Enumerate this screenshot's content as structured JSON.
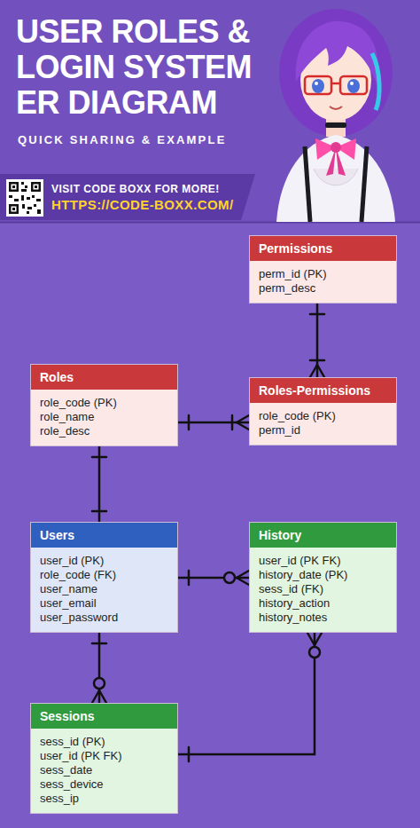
{
  "diagram": {
    "title": "USER ROLES & LOGIN SYSTEM ER DIAGRAM",
    "nodes": [
      {
        "text": [
          "Permissions",
          "perm_id (PK)",
          "perm_desc"
        ]
      },
      {
        "text": [
          "Roles",
          "role_code (PK)",
          "role_name",
          "role_desc"
        ]
      },
      {
        "text": [
          "Roles-Permissions",
          "role_code (PK)",
          "perm_id"
        ]
      },
      {
        "text": [
          "Users",
          "user_id (PK)",
          "role_code (FK)",
          "user_name",
          "user_email",
          "user_password"
        ]
      },
      {
        "text": [
          "History",
          "user_id (PK FK)",
          "history_date (PK)",
          "sess_id (FK)",
          "history_action",
          "history_notes"
        ]
      },
      {
        "text": [
          "Sessions",
          "sess_id (PK)",
          "user_id (PK FK)",
          "sess_date",
          "sess_device",
          "sess_ip"
        ]
      }
    ],
    "edges": [
      {
        "from": 0,
        "to": 2,
        "arrow": "both"
      },
      {
        "from": 1,
        "to": 2,
        "arrow": "both"
      },
      {
        "from": 1,
        "to": 3,
        "arrow": "both"
      },
      {
        "from": 3,
        "to": 4,
        "arrow": "both"
      },
      {
        "from": 3,
        "to": 5,
        "arrow": "both"
      },
      {
        "from": 5,
        "to": 4,
        "arrow": "both"
      }
    ],
    "labels": [
      "QUICK SHARING & EXAMPLE",
      "VISIT CODE BOXX FOR MORE!",
      "HTTPS://CODE-BOXX.COM/"
    ]
  }
}
